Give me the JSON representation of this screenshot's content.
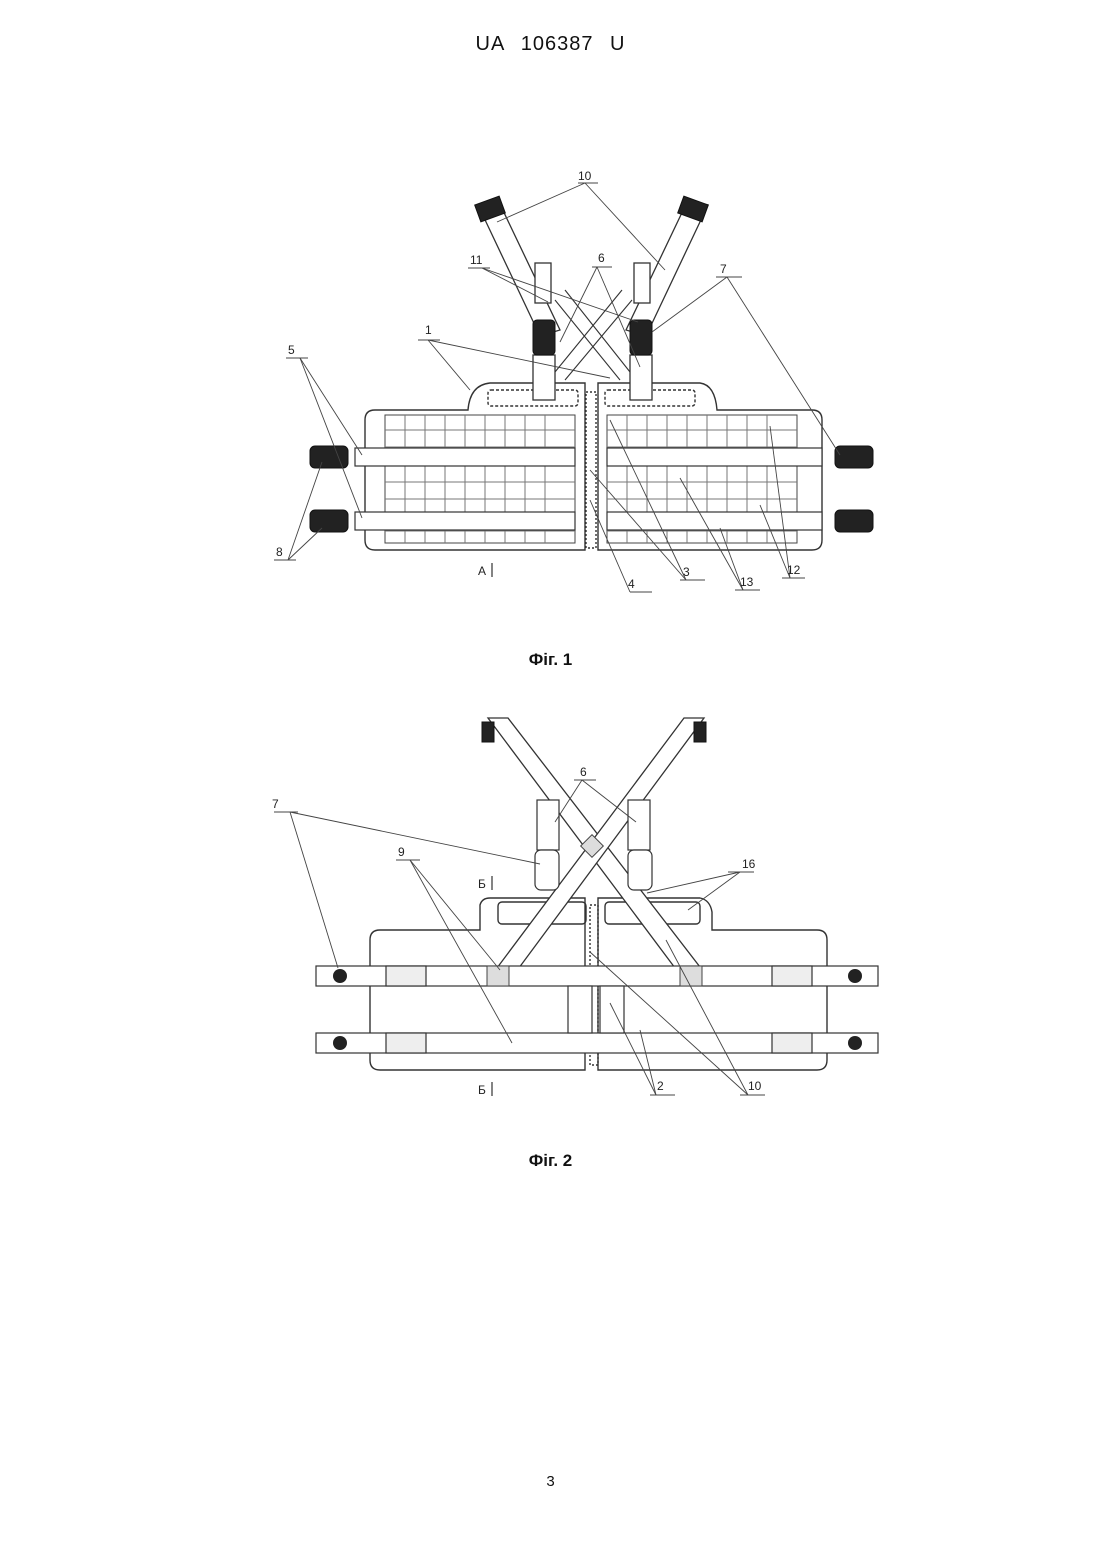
{
  "header": {
    "patent_number": "UA   106387   U"
  },
  "figure1": {
    "caption": "Фіг. 1",
    "labels": {
      "l10": "10",
      "l11": "11",
      "l6": "6",
      "l7": "7",
      "l1": "1",
      "l5": "5",
      "l8": "8",
      "lA": "A",
      "l4": "4",
      "l3": "3",
      "l13": "13",
      "l12": "12"
    }
  },
  "figure2": {
    "caption": "Фіг. 2",
    "labels": {
      "l7": "7",
      "l6": "6",
      "l9": "9",
      "l16": "16",
      "lB1": "Б",
      "lB2": "Б",
      "l2": "2",
      "l10": "10"
    }
  },
  "footer": {
    "page_number": "3"
  }
}
